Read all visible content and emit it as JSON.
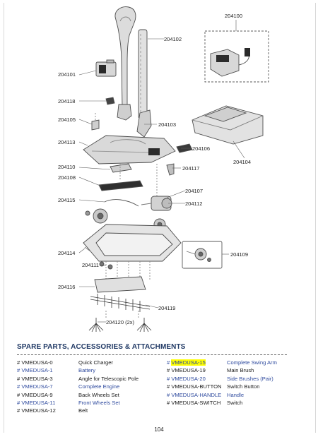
{
  "diagram": {
    "callouts": [
      {
        "id": "c204100",
        "text": "204100"
      },
      {
        "id": "c204102",
        "text": "204102"
      },
      {
        "id": "c204101",
        "text": "204101"
      },
      {
        "id": "c204118",
        "text": "204118"
      },
      {
        "id": "c204105",
        "text": "204105"
      },
      {
        "id": "c204103",
        "text": "204103"
      },
      {
        "id": "c204113",
        "text": "204113"
      },
      {
        "id": "c204106",
        "text": "204106"
      },
      {
        "id": "c204104",
        "text": "204104"
      },
      {
        "id": "c204110",
        "text": "204110"
      },
      {
        "id": "c204117",
        "text": "204117"
      },
      {
        "id": "c204108",
        "text": "204108"
      },
      {
        "id": "c204107",
        "text": "204107"
      },
      {
        "id": "c204115",
        "text": "204115"
      },
      {
        "id": "c204112",
        "text": "204112"
      },
      {
        "id": "c204114",
        "text": "204114"
      },
      {
        "id": "c204109",
        "text": "204109"
      },
      {
        "id": "c204111",
        "text": "204111"
      },
      {
        "id": "c204116",
        "text": "204116"
      },
      {
        "id": "c204119",
        "text": "204119"
      },
      {
        "id": "c204120",
        "text": "204120 (2x)"
      }
    ]
  },
  "section_title": "SPARE PARTS, ACCESSORIES & ATTACHMENTS",
  "parts_left": [
    {
      "code": "# VMEDUSA-0",
      "desc": "Quick Charger",
      "color": "black"
    },
    {
      "code": "# VMEDUSA-1",
      "desc": "Battery",
      "color": "blue"
    },
    {
      "code": "# VMEDUSA-3",
      "desc": "Angle for Telescopic Pole",
      "color": "black"
    },
    {
      "code": "# VMEDUSA-7",
      "desc": "Complete Engine",
      "color": "blue"
    },
    {
      "code": "# VMEDUSA-9",
      "desc": "Back Wheels Set",
      "color": "black"
    },
    {
      "code": "# VMEDUSA-11",
      "desc": "Front Wheels Set",
      "color": "blue"
    },
    {
      "code": "# VMEDUSA-12",
      "desc": "Belt",
      "color": "black"
    }
  ],
  "parts_right": [
    {
      "code_prefix": "# ",
      "code_highlight": "VMEDUSA-15",
      "desc": "Complete Swing Arm",
      "color": "blue"
    },
    {
      "code": "# VMEDUSA-19",
      "desc": "Main Brush",
      "color": "black"
    },
    {
      "code": "# VMEDUSA-20",
      "desc": "Side Brushes (Pair)",
      "color": "blue"
    },
    {
      "code": "# VMEDUSA-BUTTON",
      "desc": "Switch Button",
      "color": "black"
    },
    {
      "code": "# VMEDUSA-HANDLE",
      "desc": "Handle",
      "color": "blue"
    },
    {
      "code": "# VMEDUSA-SWITCH",
      "desc": "Switch",
      "color": "black"
    }
  ],
  "page_number": "104",
  "colors": {
    "blue": "#2e4a9e",
    "black": "#1a1a1a",
    "highlight": "#ffff00",
    "title": "#1f3864"
  }
}
